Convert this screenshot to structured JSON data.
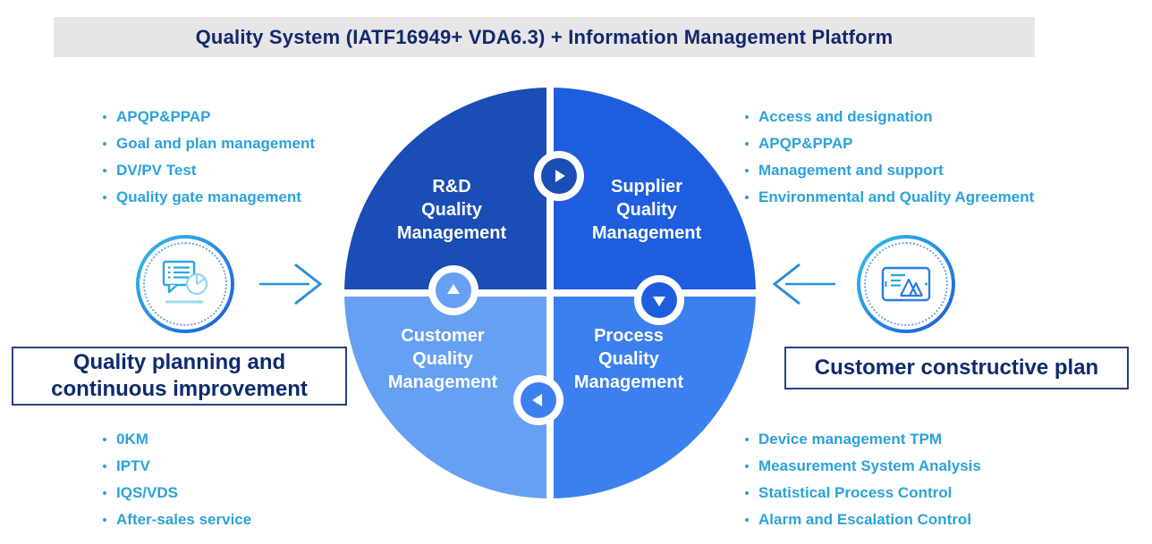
{
  "title": {
    "text": "Quality System (IATF16949+ VDA6.3) + Information Management Platform"
  },
  "quadrants": {
    "rd": "R&D\nQuality\nManagement",
    "supplier": "Supplier\nQuality\nManagement",
    "customer": "Customer\nQuality\nManagement",
    "process": "Process\nQuality\nManagement"
  },
  "flow_icons": [
    "arrow-right-icon",
    "arrow-down-icon",
    "arrow-left-icon",
    "arrow-up-icon"
  ],
  "lists": {
    "top_left": {
      "items": [
        "APQP&PPAP",
        "Goal and plan management",
        "DV/PV Test",
        "Quality gate management"
      ]
    },
    "top_right": {
      "items": [
        "Access and designation",
        "APQP&PPAP",
        "Management and support",
        "Environmental and Quality Agreement"
      ]
    },
    "bottom_left": {
      "items": [
        "0KM",
        "IPTV",
        "IQS/VDS",
        "After-sales service"
      ]
    },
    "bottom_right": {
      "items": [
        "Device management TPM",
        "Measurement System Analysis",
        "Statistical Process Control",
        "Alarm and Escalation Control"
      ]
    }
  },
  "callouts": {
    "left": {
      "label": "Quality planning and continuous improvement",
      "icon": "chat-report-pie-icon"
    },
    "right": {
      "label": "Customer constructive plan",
      "icon": "tablet-chart-icon"
    }
  },
  "colors": {
    "title_bar_bg": "#e6e6e7",
    "title_text": "#12286d",
    "bullet_text": "#2ba2da",
    "quadrant_rd": "#1a4db5",
    "quadrant_supplier": "#1e5ede",
    "quadrant_customer": "#66a0f2",
    "quadrant_process": "#3b80ee",
    "callout_text": "#0e2b6e",
    "callout_border": "#27407e",
    "flow_arrow": "#2b8fd8"
  }
}
